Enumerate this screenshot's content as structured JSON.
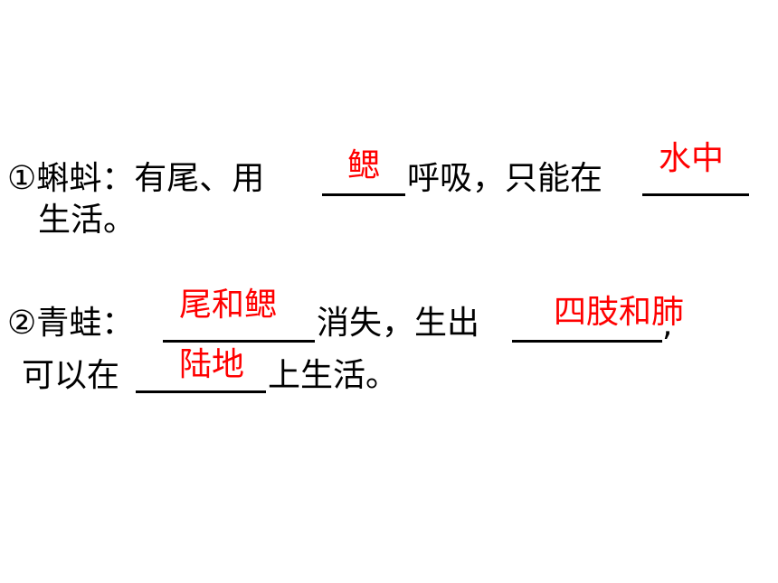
{
  "colors": {
    "text": "#000000",
    "answer": "#ff0000",
    "background": "#ffffff"
  },
  "item1": {
    "segment_a": "①蝌蚪：有尾、用",
    "answer_1": "鳃",
    "segment_b": "呼吸，只能在",
    "answer_2": "水中",
    "segment_c": "生活。"
  },
  "item2": {
    "segment_a": "②青蛙：",
    "answer_1": "尾和鳃",
    "segment_b": "消失，生出",
    "answer_2": "四肢和肺",
    "segment_c": ",",
    "segment_d": "可以在",
    "answer_3": "陆地",
    "segment_e": "上生活。"
  }
}
